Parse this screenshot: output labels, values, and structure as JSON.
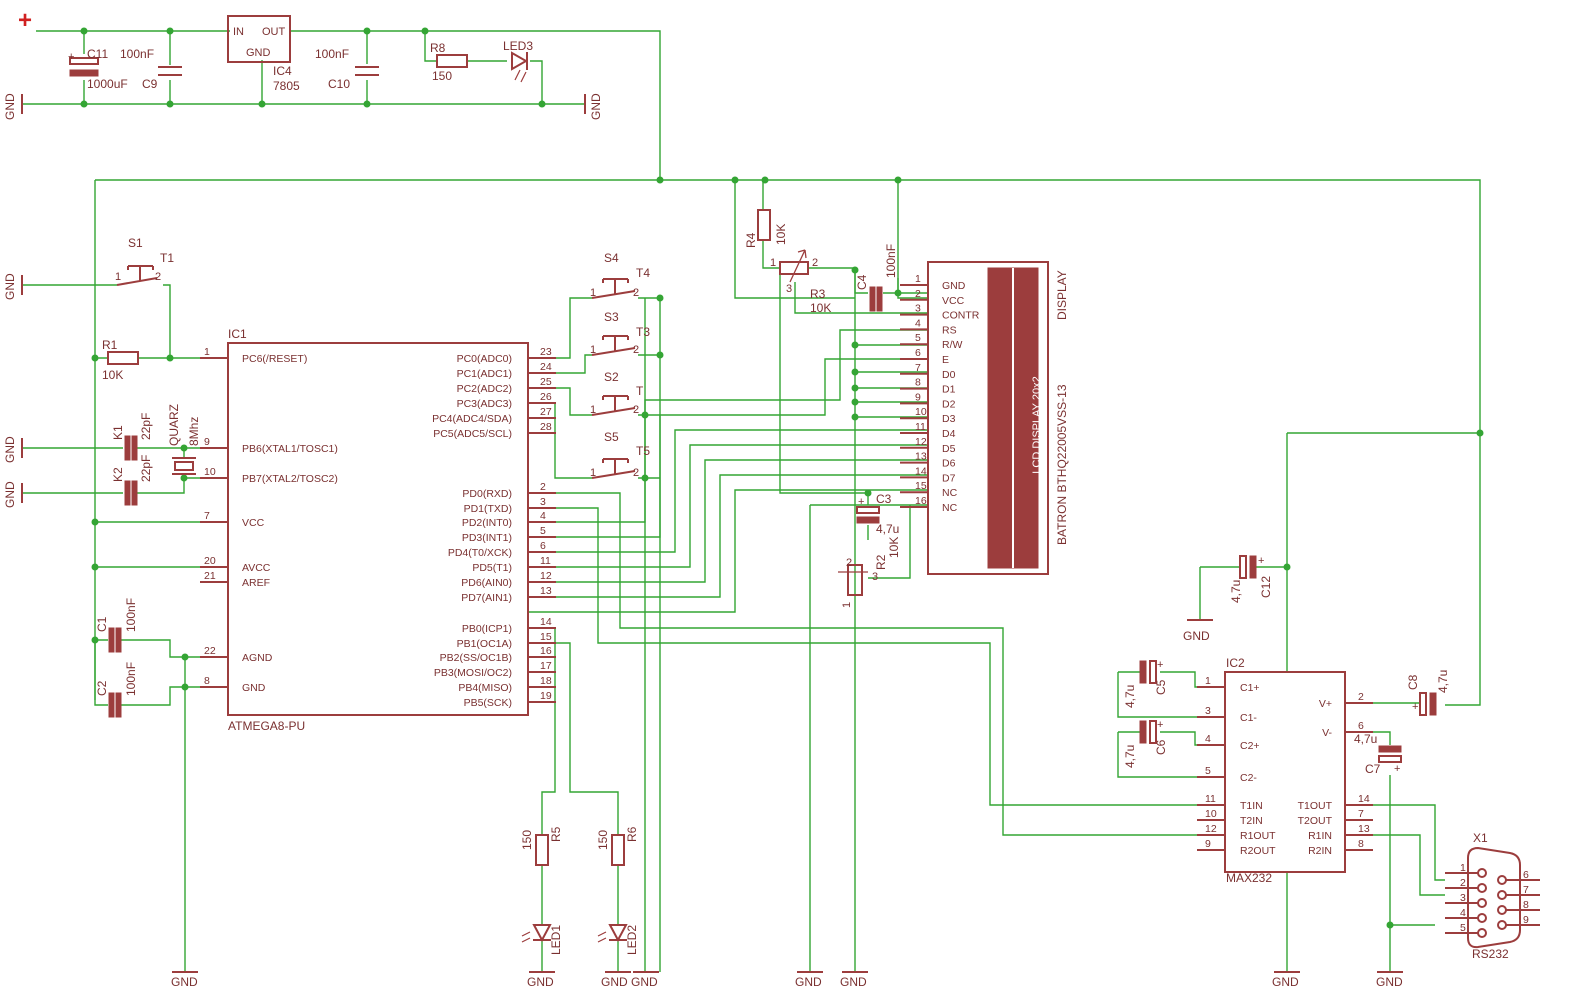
{
  "supply": {
    "plus": "+",
    "gnd_label": "GND",
    "c11": {
      "name": "C11",
      "value": "1000uF"
    },
    "c9": {
      "name": "C9",
      "value": "100nF"
    },
    "ic4": {
      "name": "IC4",
      "value": "7805",
      "in": "IN",
      "out": "OUT",
      "gnd": "GND"
    },
    "c10": {
      "name": "C10",
      "value": "100nF"
    },
    "r8": {
      "name": "R8",
      "value": "150"
    },
    "led3": {
      "name": "LED3"
    }
  },
  "mcu": {
    "name": "IC1",
    "part": "ATMEGA8-PU",
    "left_pins": [
      {
        "n": "1",
        "label": "PC6(/RESET)"
      },
      {
        "n": "9",
        "label": "PB6(XTAL1/TOSC1)"
      },
      {
        "n": "10",
        "label": "PB7(XTAL2/TOSC2)"
      },
      {
        "n": "7",
        "label": "VCC"
      },
      {
        "n": "20",
        "label": "AVCC"
      },
      {
        "n": "21",
        "label": "AREF"
      },
      {
        "n": "22",
        "label": "AGND"
      },
      {
        "n": "8",
        "label": "GND"
      }
    ],
    "right_pins": [
      {
        "n": "23",
        "label": "PC0(ADC0)"
      },
      {
        "n": "24",
        "label": "PC1(ADC1)"
      },
      {
        "n": "25",
        "label": "PC2(ADC2)"
      },
      {
        "n": "26",
        "label": "PC3(ADC3)"
      },
      {
        "n": "27",
        "label": "PC4(ADC4/SDA)"
      },
      {
        "n": "28",
        "label": "PC5(ADC5/SCL)"
      },
      {
        "n": "2",
        "label": "PD0(RXD)"
      },
      {
        "n": "3",
        "label": "PD1(TXD)"
      },
      {
        "n": "4",
        "label": "PD2(INT0)"
      },
      {
        "n": "5",
        "label": "PD3(INT1)"
      },
      {
        "n": "6",
        "label": "PD4(T0/XCK)"
      },
      {
        "n": "11",
        "label": "PD5(T1)"
      },
      {
        "n": "12",
        "label": "PD6(AIN0)"
      },
      {
        "n": "13",
        "label": "PD7(AIN1)"
      },
      {
        "n": "14",
        "label": "PB0(ICP1)"
      },
      {
        "n": "15",
        "label": "PB1(OC1A)"
      },
      {
        "n": "16",
        "label": "PB2(SS/OC1B)"
      },
      {
        "n": "17",
        "label": "PB3(MOSI/OC2)"
      },
      {
        "n": "18",
        "label": "PB4(MISO)"
      },
      {
        "n": "19",
        "label": "PB5(SCK)"
      }
    ]
  },
  "parts": {
    "s1": {
      "name": "S1",
      "alt": "T1"
    },
    "r1": {
      "name": "R1",
      "value": "10K"
    },
    "k1": {
      "name": "K1",
      "value": "22pF"
    },
    "k2": {
      "name": "K2",
      "value": "22pF"
    },
    "quarz": {
      "name": "QUARZ",
      "value": "8Mhz"
    },
    "c1": {
      "name": "C1",
      "value": "100nF"
    },
    "c2": {
      "name": "C2",
      "value": "100nF"
    },
    "s4": {
      "name": "S4",
      "alt": "T4"
    },
    "s3": {
      "name": "S3",
      "alt": "T3"
    },
    "s2": {
      "name": "S2",
      "alt": "T"
    },
    "s5": {
      "name": "S5",
      "alt": "T5"
    },
    "r4": {
      "name": "R4",
      "value": "10K"
    },
    "r3": {
      "name": "R3",
      "value": "10K"
    },
    "c4": {
      "name": "C4",
      "value": "100nF"
    },
    "c3": {
      "name": "C3",
      "value": "4,7u"
    },
    "r2": {
      "name": "R2",
      "value": "10K"
    },
    "r5": {
      "name": "R5",
      "value": "150"
    },
    "r6": {
      "name": "R6",
      "value": "150"
    },
    "led1": {
      "name": "LED1"
    },
    "led2": {
      "name": "LED2"
    }
  },
  "display": {
    "title": "DISPLAY",
    "part": "BATRON BTHQ22005VSS-13",
    "screen": "LCD DISPLAY 20x2",
    "pins": [
      {
        "n": "1",
        "label": "GND"
      },
      {
        "n": "2",
        "label": "VCC"
      },
      {
        "n": "3",
        "label": "CONTR"
      },
      {
        "n": "4",
        "label": "RS"
      },
      {
        "n": "5",
        "label": "R/W"
      },
      {
        "n": "6",
        "label": "E"
      },
      {
        "n": "7",
        "label": "D0"
      },
      {
        "n": "8",
        "label": "D1"
      },
      {
        "n": "9",
        "label": "D2"
      },
      {
        "n": "10",
        "label": "D3"
      },
      {
        "n": "11",
        "label": "D4"
      },
      {
        "n": "12",
        "label": "D5"
      },
      {
        "n": "13",
        "label": "D6"
      },
      {
        "n": "14",
        "label": "D7"
      },
      {
        "n": "15",
        "label": "NC"
      },
      {
        "n": "16",
        "label": "NC"
      }
    ]
  },
  "max232": {
    "name": "IC2",
    "part": "MAX232",
    "left_pins": [
      {
        "n": "1",
        "label": "C1+"
      },
      {
        "n": "3",
        "label": "C1-"
      },
      {
        "n": "4",
        "label": "C2+"
      },
      {
        "n": "5",
        "label": "C2-"
      },
      {
        "n": "11",
        "label": "T1IN"
      },
      {
        "n": "10",
        "label": "T2IN"
      },
      {
        "n": "12",
        "label": "R1OUT"
      },
      {
        "n": "9",
        "label": "R2OUT"
      }
    ],
    "right_pins": [
      {
        "n": "2",
        "label": "V+"
      },
      {
        "n": "6",
        "label": "V-"
      },
      {
        "n": "14",
        "label": "T1OUT"
      },
      {
        "n": "7",
        "label": "T2OUT"
      },
      {
        "n": "13",
        "label": "R1IN"
      },
      {
        "n": "8",
        "label": "R2IN"
      }
    ],
    "c12": {
      "name": "C12",
      "value": "4,7u"
    },
    "c5": {
      "name": "C5",
      "value": "4,7u"
    },
    "c6": {
      "name": "C6",
      "value": "4,7u"
    },
    "c8": {
      "name": "C8",
      "value": "4,7u"
    },
    "c7": {
      "name": "C7",
      "value": "4,7u"
    }
  },
  "connector": {
    "name": "X1",
    "part": "RS232",
    "left_pins": [
      "1",
      "2",
      "3",
      "4",
      "5"
    ],
    "right_pins": [
      "6",
      "7",
      "8",
      "9"
    ]
  },
  "colors": {
    "wire": "#34a534",
    "component": "#9c3d3d",
    "text": "#7a3030",
    "plus": "#d02020"
  }
}
